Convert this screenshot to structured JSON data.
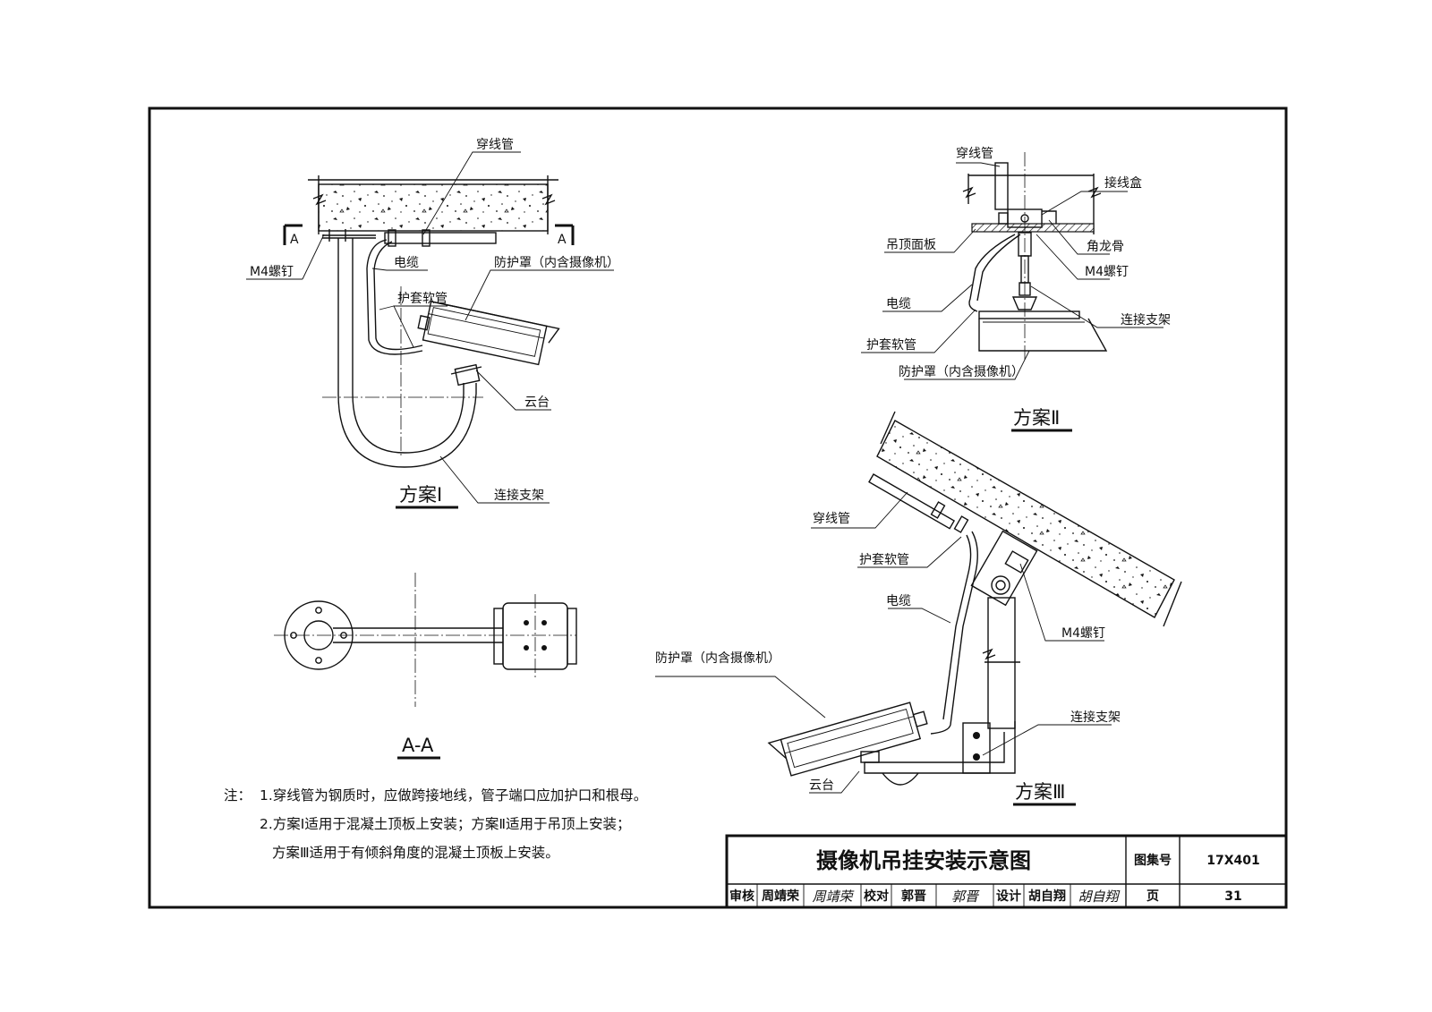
{
  "plan1": {
    "labels": {
      "pipe": "穿线管",
      "nail": "M4螺钉",
      "cable": "电缆",
      "housing": "防护罩（内含摄像机）",
      "hose": "护套软管",
      "head": "云台",
      "bracket": "连接支架"
    },
    "section_mark": "A",
    "caption": "方案Ⅰ"
  },
  "section_aa": {
    "caption": "A-A"
  },
  "plan2": {
    "labels": {
      "pipe": "穿线管",
      "box": "接线盒",
      "panel": "吊顶面板",
      "keel": "角龙骨",
      "nail": "M4螺钉",
      "cable": "电缆",
      "bracket": "连接支架",
      "hose": "护套软管",
      "housing": "防护罩（内含摄像机）"
    },
    "caption": "方案Ⅱ"
  },
  "plan3": {
    "labels": {
      "pipe": "穿线管",
      "hose": "护套软管",
      "cable": "电缆",
      "nail": "M4螺钉",
      "housing": "防护罩（内含摄像机）",
      "bracket": "连接支架",
      "head": "云台"
    },
    "caption": "方案Ⅲ"
  },
  "notes": {
    "prefix": "注：",
    "line1": "1.穿线管为钢质时，应做跨接地线，管子端口应加护口和根母。",
    "line2": "2.方案Ⅰ适用于混凝土顶板上安装；方案Ⅱ适用于吊顶上安装；",
    "line3": "方案Ⅲ适用于有倾斜角度的混凝土顶板上安装。"
  },
  "title_block": {
    "title": "摄像机吊挂安装示意图",
    "atlas_label": "图集号",
    "atlas_no": "17X401",
    "review": "审核",
    "reviewer": "周靖荣",
    "reviewer_sig": "周靖荣",
    "check": "校对",
    "checker": "郭晋",
    "checker_sig": "郭晋",
    "design": "设计",
    "designer": "胡自翔",
    "designer_sig": "胡自翔",
    "page_label": "页",
    "page_no": "31"
  }
}
